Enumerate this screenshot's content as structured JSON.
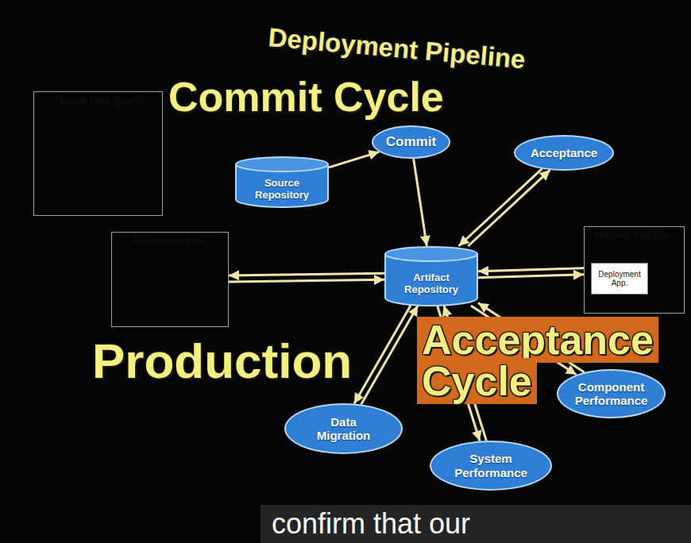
{
  "diagram": {
    "title": "Deployment Pipeline",
    "caption": "confirm that our",
    "nodes": [
      {
        "text": [
          "Commit Cycle"
        ]
      },
      {
        "text": [
          "Local Dev. Env."
        ],
        "in": 0
      },
      {
        "text": [
          "Source Repository"
        ],
        "in": 0
      },
      {
        "text": [
          "Commit"
        ]
      },
      {
        "text": [
          "Production"
        ]
      },
      {
        "text": [
          "Production Env."
        ],
        "in": 4
      },
      {
        "text": [
          "Artifact Repository"
        ]
      },
      {
        "text": [
          "Acceptance Cycle"
        ]
      },
      {
        "text": [
          "Acceptance"
        ],
        "in": 7
      },
      {
        "text": [
          "Manual Test Env."
        ],
        "in": 7
      },
      {
        "text": [
          "Deployment App."
        ],
        "in": 9
      },
      {
        "text": [
          "Component Performance"
        ],
        "in": 7
      },
      {
        "text": [
          "System Performance"
        ],
        "in": 7
      },
      {
        "text": [
          "Data Migration"
        ],
        "in": 7
      }
    ],
    "edges": [
      {
        "from": 2,
        "to": 3,
        "arrow": "to"
      },
      {
        "from": 3,
        "to": 6,
        "arrow": "to"
      },
      {
        "from": 6,
        "to": 8,
        "arrow": "both"
      },
      {
        "from": 6,
        "to": 9,
        "arrow": "both"
      },
      {
        "from": 6,
        "to": 11,
        "arrow": "both"
      },
      {
        "from": 6,
        "to": 12,
        "arrow": "both"
      },
      {
        "from": 6,
        "to": 13,
        "arrow": "both"
      },
      {
        "from": 6,
        "to": 5,
        "arrow": "both"
      }
    ]
  }
}
